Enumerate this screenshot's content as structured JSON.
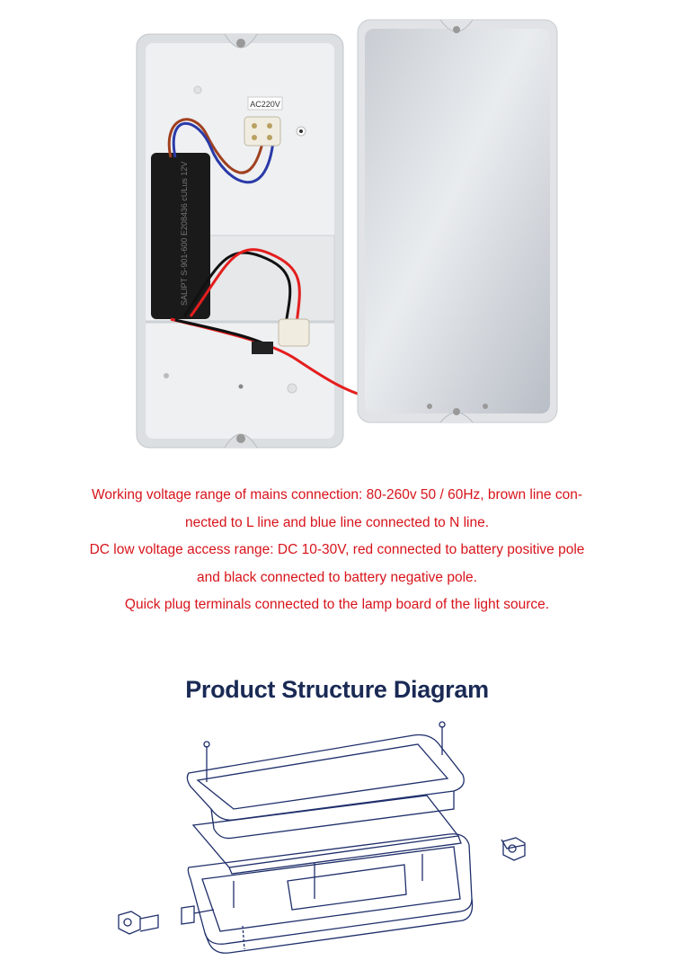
{
  "photo": {
    "terminal_label": "AC220V",
    "module_print": "SALIPT S-901-600 E208436 cULus 12V"
  },
  "description": {
    "lines": [
      "Working voltage range of mains connection: 80-260v 50 / 60Hz, brown line con-",
      "nected to L line and blue line connected to N line.",
      "DC low voltage access range: DC 10-30V, red connected to battery positive pole",
      "and black connected to battery negative pole.",
      "Quick plug terminals connected to the lamp board of the light source."
    ]
  },
  "diagram": {
    "title": "Product Structure Diagram"
  },
  "colors": {
    "text_red": "#d7141b",
    "title_navy": "#1a2a55",
    "line_navy": "#1f2f6b"
  }
}
